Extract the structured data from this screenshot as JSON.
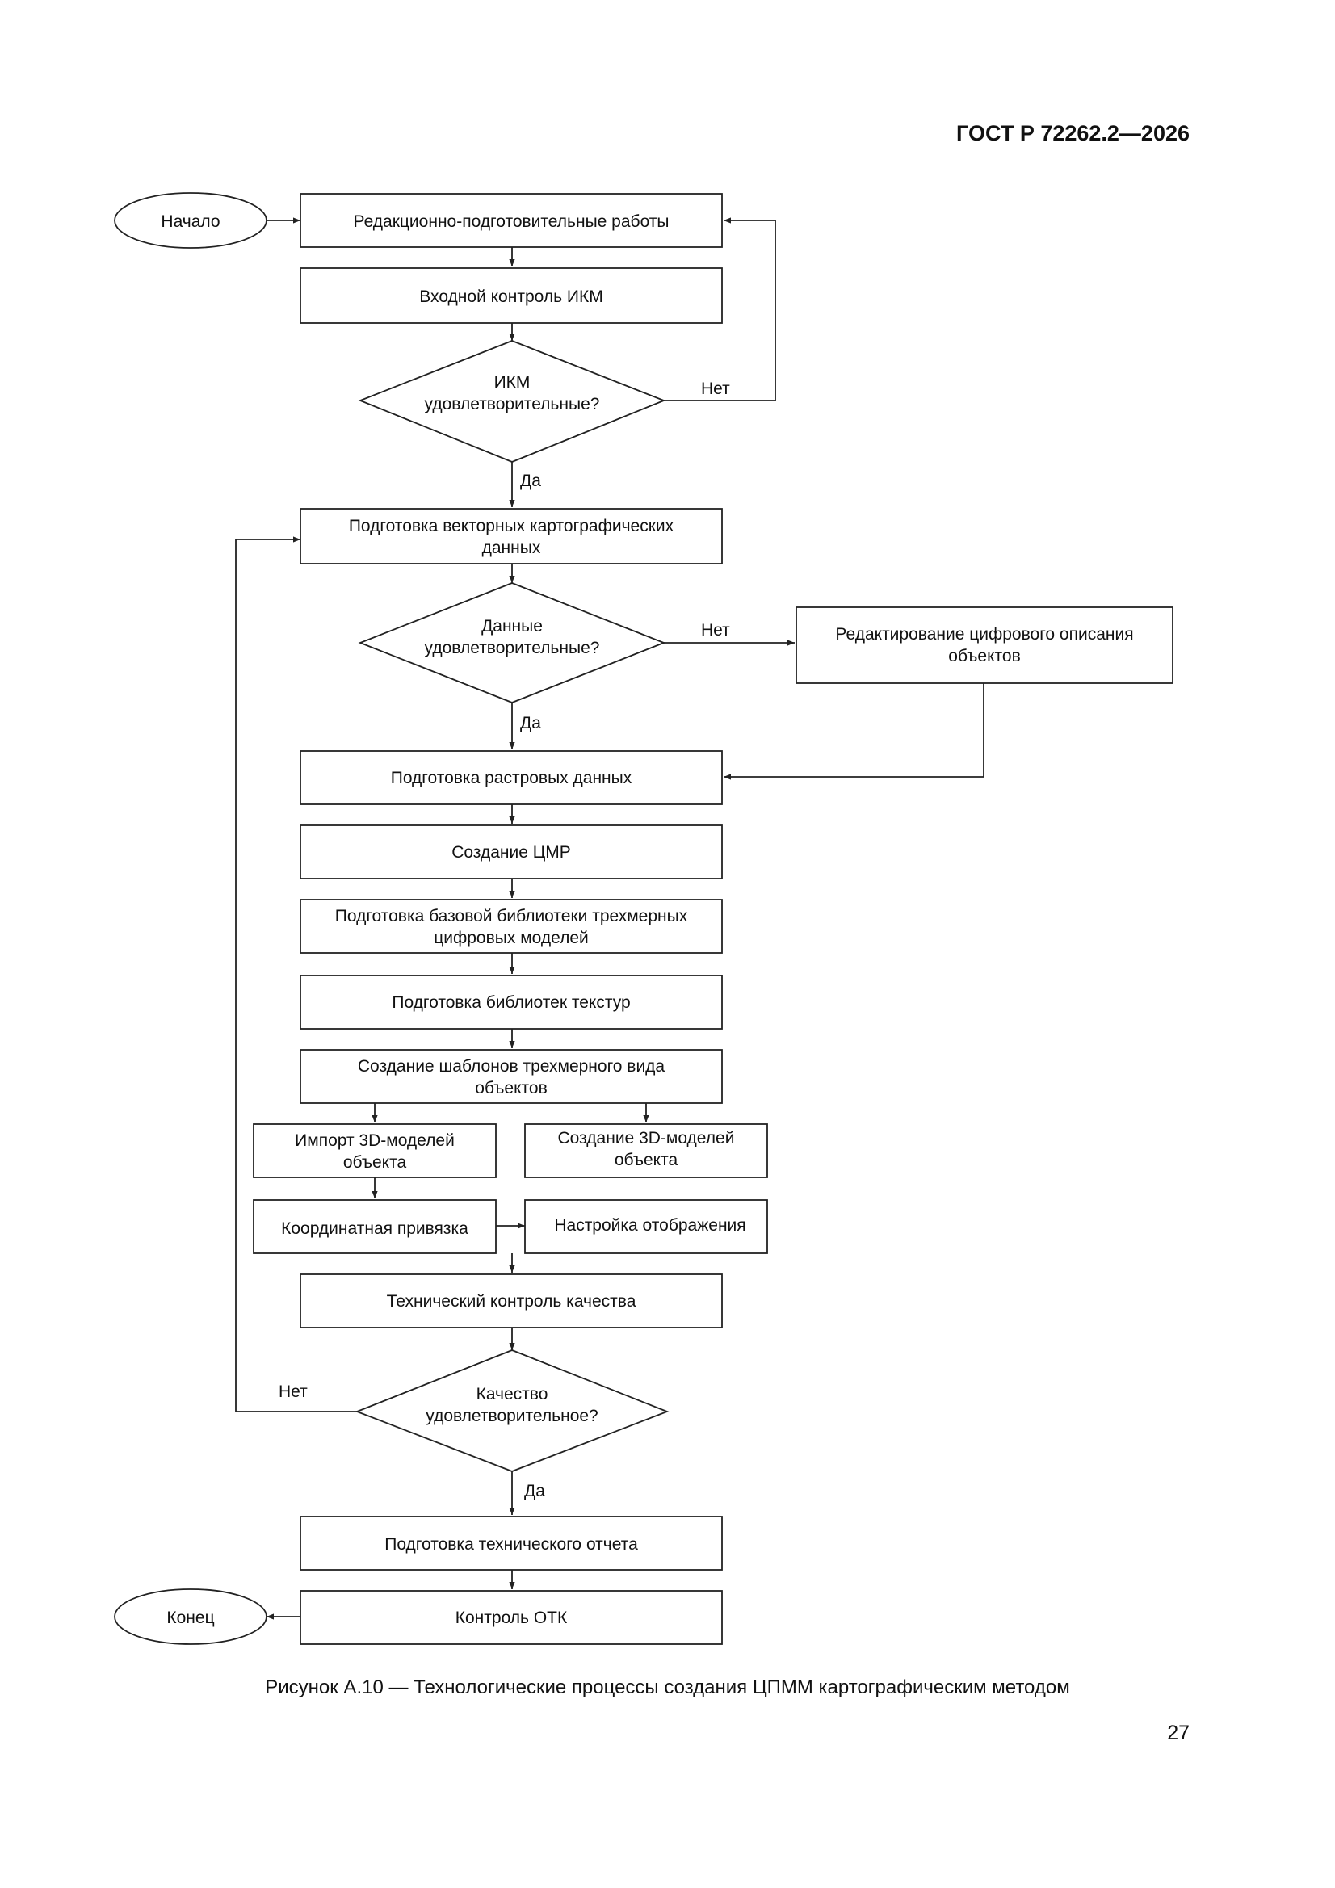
{
  "header": {
    "doc_id": "ГОСТ Р 72262.2—2026"
  },
  "diagram": {
    "start": "Начало",
    "end": "Конец",
    "steps": {
      "editorial": "Редакционно-подготовительные работы",
      "input_control": "Входной контроль ИКМ",
      "vector_line1": "Подготовка векторных картографических",
      "vector_line2": "данных",
      "edit_desc_line1": "Редактирование цифрового описания",
      "edit_desc_line2": "объектов",
      "raster": "Подготовка растровых данных",
      "dem": "Создание ЦМР",
      "library_line1": "Подготовка базовой библиотеки трехмерных",
      "library_line2": "цифровых моделей",
      "textures": "Подготовка библиотек текстур",
      "templates_line1": "Создание шаблонов трехмерного вида",
      "templates_line2": "объектов",
      "import_line1": "Импорт 3D-моделей",
      "import_line2": "объекта",
      "create_line1": "Создание 3D-моделей",
      "create_line2": "объекта",
      "georef": "Координатная привязка",
      "display": "Настройка отображения",
      "qc": "Технический контроль качества",
      "report": "Подготовка технического отчета",
      "otk": "Контроль ОТК"
    },
    "decisions": {
      "ikm_line1": "ИКМ",
      "ikm_line2": "удовлетворительные?",
      "data_line1": "Данные",
      "data_line2": "удовлетворительные?",
      "quality_line1": "Качество",
      "quality_line2": "удовлетворительное?"
    },
    "labels": {
      "yes": "Да",
      "no": "Нет"
    }
  },
  "caption": "Рисунок А.10 — Технологические процессы создания ЦПММ картографическим методом",
  "page_number": "27"
}
